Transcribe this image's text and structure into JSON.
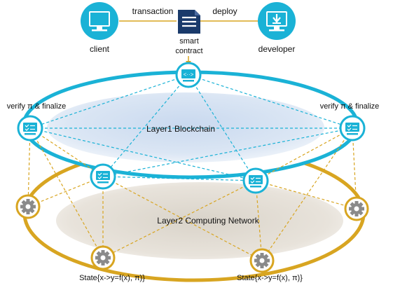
{
  "actors": {
    "client": "client",
    "developer": "developer",
    "contract_line1": "smart",
    "contract_line2": "contract"
  },
  "edges": {
    "transaction": "transaction",
    "deploy": "deploy"
  },
  "layer1": {
    "label": "Layer1 Blockchain",
    "verify_left": "verify π & finalize",
    "verify_right": "verify π & finalize"
  },
  "layer2": {
    "label": "Layer2 Computing Network",
    "state_left": "State{x->y=f(x), π)}",
    "state_right": "State{x->y=f(x), π)}"
  },
  "colors": {
    "layer1_accent": "#1ab2d6",
    "layer2_accent": "#d8a521",
    "node_icon": "#1ab2d6",
    "gear_icon": "#8a8a8a"
  }
}
